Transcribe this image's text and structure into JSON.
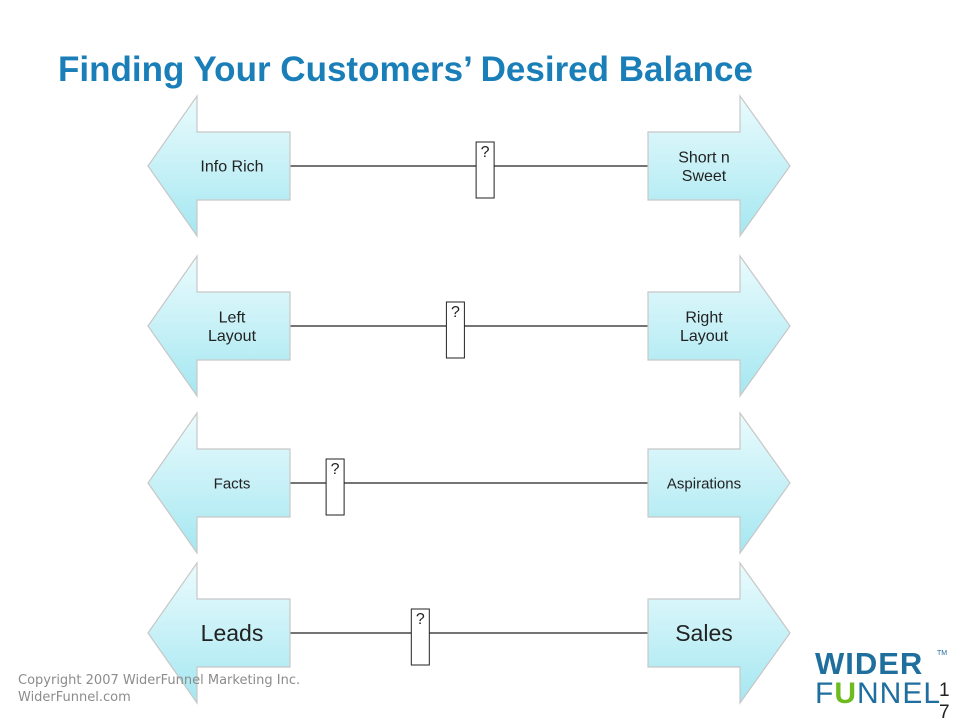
{
  "slide": {
    "title": "Finding Your Customers’ Desired Balance",
    "copyright_line1": "Copyright 2007 WiderFunnel Marketing Inc.",
    "copyright_line2": "WiderFunnel.com",
    "page_number": "17"
  },
  "logo": {
    "word1": "WIDER",
    "word2_lead": "F",
    "word2_swirl": "U",
    "word2_rest": "NNEL",
    "trademark": "TM"
  },
  "rows": [
    {
      "left_label": "Info Rich",
      "right_label": "Short n\nSweet",
      "marker_label": "?",
      "marker_position": 0.545
    },
    {
      "left_label": "Left\nLayout",
      "right_label": "Right\nLayout",
      "marker_label": "?",
      "marker_position": 0.462
    },
    {
      "left_label": "Facts",
      "right_label": "Aspirations",
      "marker_label": "?",
      "marker_position": 0.126
    },
    {
      "left_label": "Leads",
      "right_label": "Sales",
      "marker_label": "?",
      "marker_position": 0.364
    }
  ],
  "colors": {
    "title": "#1a7fb8",
    "arrow_fill_light": "#eafbfd",
    "arrow_fill_dark": "#a5e7f1",
    "arrow_stroke": "#c7c7c7",
    "line": "#222222"
  }
}
